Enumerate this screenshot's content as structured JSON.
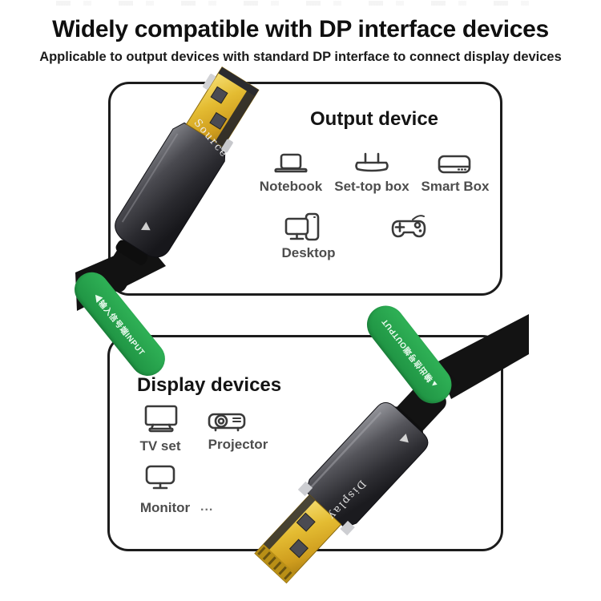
{
  "header": {
    "title": "Widely compatible with DP interface devices",
    "subtitle": "Applicable to output devices with standard DP interface to connect display devices"
  },
  "output_box": {
    "title": "Output device",
    "row1": [
      {
        "icon": "notebook-icon",
        "label": "Notebook"
      },
      {
        "icon": "set-top-box-icon",
        "label": "Set-top box"
      },
      {
        "icon": "smart-box-icon",
        "label": "Smart Box"
      }
    ],
    "row2": [
      {
        "icon": "desktop-icon",
        "label": "Desktop"
      },
      {
        "icon": "gamepad-icon",
        "label": ""
      }
    ]
  },
  "display_box": {
    "title": "Display devices",
    "row1": [
      {
        "icon": "tv-icon",
        "label": "TV set"
      },
      {
        "icon": "projector-icon",
        "label": "Projector"
      }
    ],
    "row2": [
      {
        "icon": "monitor-icon",
        "label": "Monitor"
      },
      {
        "icon": "ellipsis",
        "label": "..."
      }
    ]
  },
  "cable": {
    "source_label": "Source",
    "display_label": "Display",
    "input_tag": "◀输入信号端INPUT",
    "output_tag": "▲输出信号端OUTPUT",
    "colors": {
      "tag_green": "#28a44b",
      "gold": "#e4bc32",
      "shell_gunmetal": "#3c3c41",
      "cable_black": "#131313",
      "frame_border": "#1c1c1c"
    }
  }
}
